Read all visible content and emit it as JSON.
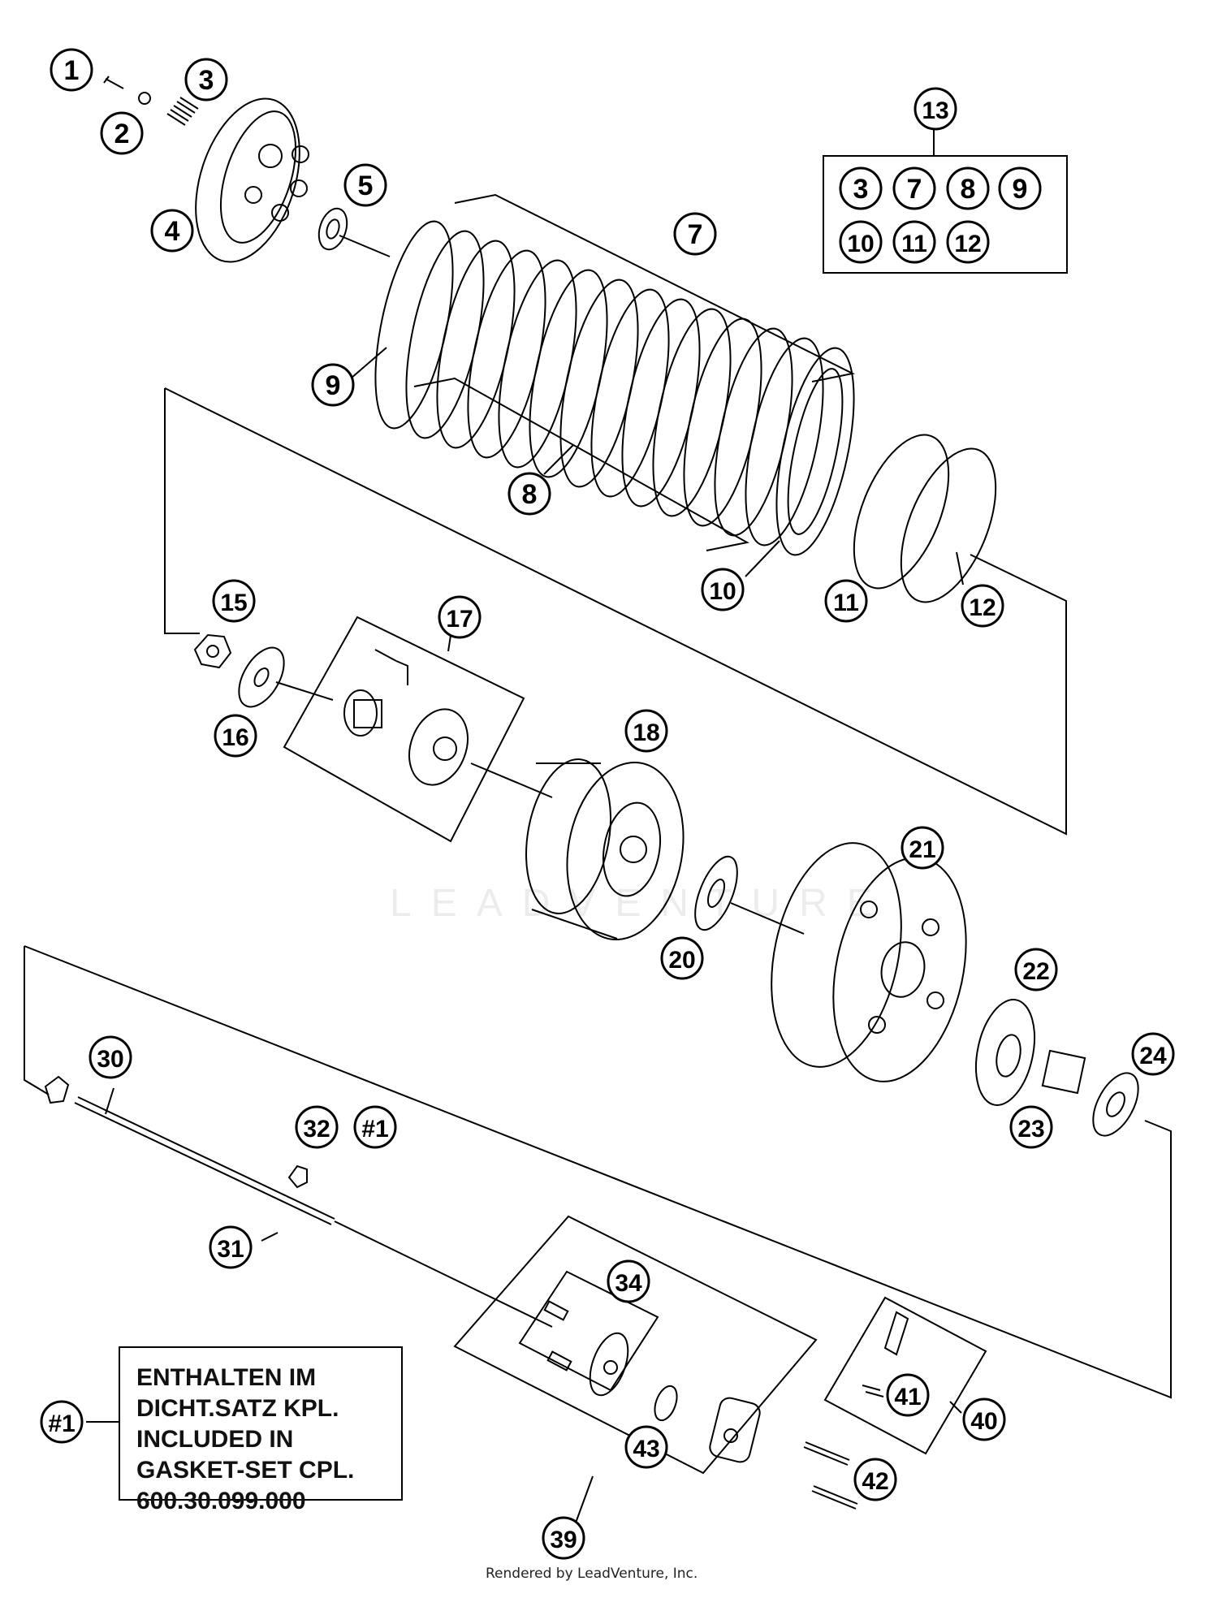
{
  "callouts": [
    {
      "id": "c1",
      "label": "1"
    },
    {
      "id": "c2",
      "label": "2"
    },
    {
      "id": "c3",
      "label": "3"
    },
    {
      "id": "c4",
      "label": "4"
    },
    {
      "id": "c5",
      "label": "5"
    },
    {
      "id": "c7",
      "label": "7"
    },
    {
      "id": "c8",
      "label": "8"
    },
    {
      "id": "c9",
      "label": "9"
    },
    {
      "id": "c10",
      "label": "10"
    },
    {
      "id": "c11",
      "label": "11"
    },
    {
      "id": "c12",
      "label": "12"
    },
    {
      "id": "c13",
      "label": "13"
    },
    {
      "id": "c15",
      "label": "15"
    },
    {
      "id": "c16",
      "label": "16"
    },
    {
      "id": "c17",
      "label": "17"
    },
    {
      "id": "c18",
      "label": "18"
    },
    {
      "id": "c20",
      "label": "20"
    },
    {
      "id": "c21",
      "label": "21"
    },
    {
      "id": "c22",
      "label": "22"
    },
    {
      "id": "c23",
      "label": "23"
    },
    {
      "id": "c24",
      "label": "24"
    },
    {
      "id": "c30",
      "label": "30"
    },
    {
      "id": "c31",
      "label": "31"
    },
    {
      "id": "c32",
      "label": "32"
    },
    {
      "id": "c32n",
      "label": "#1"
    },
    {
      "id": "c34",
      "label": "34"
    },
    {
      "id": "c39",
      "label": "39"
    },
    {
      "id": "c40",
      "label": "40"
    },
    {
      "id": "c41",
      "label": "41"
    },
    {
      "id": "c42",
      "label": "42"
    },
    {
      "id": "c43",
      "label": "43"
    },
    {
      "id": "cnote",
      "label": "#1"
    }
  ],
  "kit_box": {
    "items": [
      "3",
      "7",
      "8",
      "9",
      "10",
      "11",
      "12"
    ]
  },
  "note_box": {
    "lines": [
      "ENTHALTEN IM",
      "DICHT.SATZ KPL.",
      "INCLUDED IN",
      "GASKET-SET CPL.",
      "600.30.099.000"
    ]
  },
  "watermark": "LEADVENTURE",
  "credit": "Rendered by LeadVenture, Inc."
}
